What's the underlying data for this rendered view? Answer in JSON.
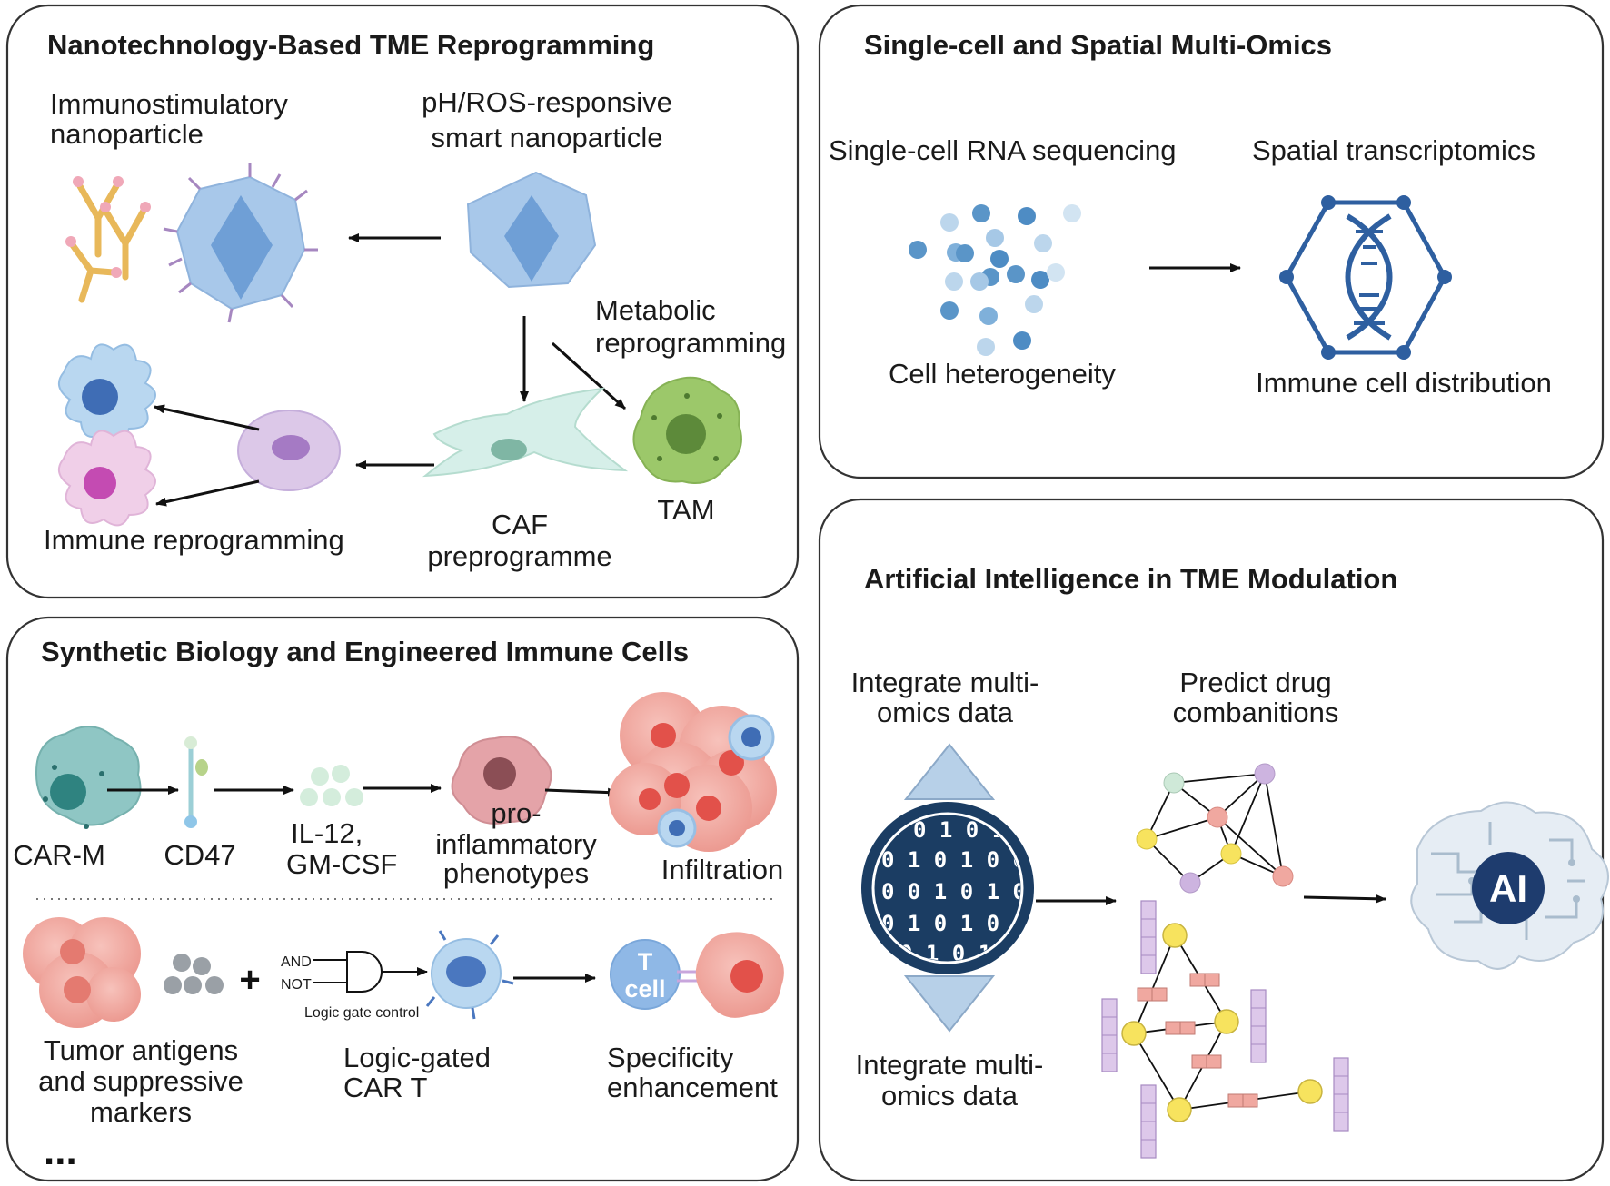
{
  "panels": {
    "nano": {
      "title": "Nanotechnology-Based TME Reprogramming",
      "immunostim_l1": "Immunostimulatory",
      "immunostim_l2": "nanoparticle",
      "smart_l1": "pH/ROS-responsive",
      "smart_l2": "smart nanoparticle",
      "metabolic_l1": "Metabolic",
      "metabolic_l2": "reprogramming",
      "tam": "TAM",
      "caf_l1": "CAF",
      "caf_l2": "preprogramme",
      "immune_reprog": "Immune reprogramming"
    },
    "omics": {
      "title": "Single-cell and Spatial Multi-Omics",
      "scrna": "Single-cell RNA sequencing",
      "spatial": "Spatial transcriptomics",
      "heterogeneity": "Cell heterogeneity",
      "distribution": "Immune cell distribution"
    },
    "synbio": {
      "title": "Synthetic Biology and Engineered Immune Cells",
      "carm": "CAR-M",
      "cd47": "CD47",
      "il12_l1": "IL-12,",
      "il12_l2": "GM-CSF",
      "proinf_l1": "pro-",
      "proinf_l2": "inflammatory",
      "proinf_l3": "phenotypes",
      "infiltration": "Infiltration",
      "plus": "+",
      "and": "AND",
      "not": "NOT",
      "logic_gate_control": "Logic gate control",
      "tcell_l1": "T",
      "tcell_l2": "cell",
      "tumor_l1": "Tumor antigens",
      "tumor_l2": "and suppressive",
      "tumor_l3": "markers",
      "logic_l1": "Logic-gated",
      "logic_l2": "CAR T",
      "spec_l1": "Specificity",
      "spec_l2": "enhancement",
      "ellipsis": "..."
    },
    "ai": {
      "title": "Artificial Intelligence in TME Modulation",
      "integrate_top_l1": "Integrate multi-",
      "integrate_top_l2": "omics data",
      "predict_l1": "Predict drug",
      "predict_l2": "combanitions",
      "integrate_bot_l1": "Integrate multi-",
      "integrate_bot_l2": "omics data",
      "ai_label": "AI",
      "binary_rows": [
        "0 1 0 1 0",
        "0 1 0 1 0 0 0",
        "0 0 1 0 1 0 1",
        "0 1 0 1 0 0 0",
        "0 1 0 1 0"
      ]
    }
  },
  "colors": {
    "nanoparticle": "#a8c8ea",
    "dendritic_blue": "#b9d7f0",
    "dendritic_pink": "#f0cfe8",
    "caf": "#d6efe9",
    "tam": "#9cc86a",
    "tumor": "#f1a8a0",
    "binary_globe": "#1b3d63",
    "triangle": "#b7d0e8",
    "graph_yellow": "#f7e35e",
    "graph_salmon": "#f0a8a0",
    "graph_purple": "#cdb4e0",
    "dna": "#2e5fa0"
  }
}
